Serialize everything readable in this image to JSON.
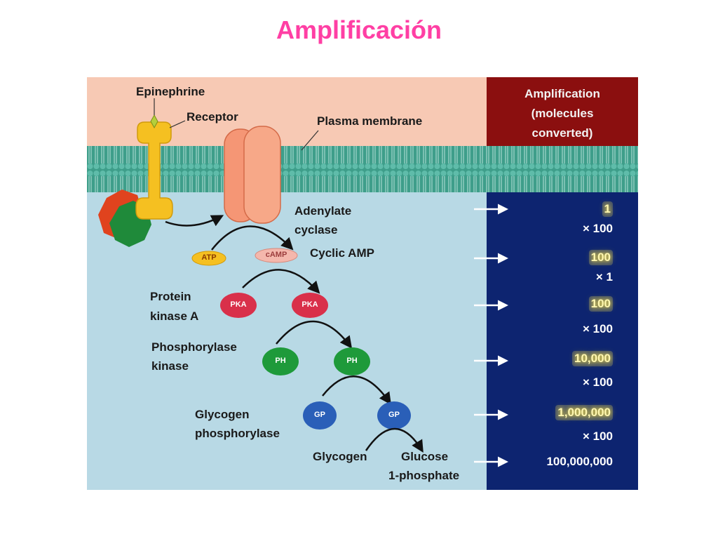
{
  "title": "Amplificación",
  "labels": {
    "epinephrine": "Epinephrine",
    "receptor": "Receptor",
    "plasma_membrane": "Plasma membrane",
    "adenylate_cyclase_1": "Adenylate",
    "adenylate_cyclase_2": "cyclase",
    "cyclic_amp": "Cyclic AMP",
    "pka_1": "Protein",
    "pka_2": "kinase A",
    "phk_1": "Phosphorylase",
    "phk_2": "kinase",
    "gp_1": "Glycogen",
    "gp_2": "phosphorylase",
    "glycogen": "Glycogen",
    "g1p_1": "Glucose",
    "g1p_2": "1-phosphate"
  },
  "molecules": {
    "atp": "ATP",
    "camp": "cAMP",
    "pka": "PKA",
    "ph": "PH",
    "gp": "GP"
  },
  "panel": {
    "title_1": "Amplification",
    "title_2": "(molecules",
    "title_3": "converted)",
    "values": [
      "1",
      "100",
      "100",
      "10,000",
      "1,000,000",
      "100,000,000"
    ],
    "factors": [
      "× 100",
      "× 1",
      "× 100",
      "× 100",
      "× 100"
    ]
  },
  "colors": {
    "title": "#ff3fa4",
    "membrane_top": "#f7c9b4",
    "membrane": "#3e9e8a",
    "cytoplasm": "#b8d9e5",
    "panel_header": "#8b0f0f",
    "panel_body": "#0d2470",
    "receptor": "#f5c021",
    "adenylate_cyclase": "#f59675",
    "g_protein": "#1f8a3a",
    "pka": "#d9304a",
    "ph": "#1e9a3a",
    "gp": "#2a5fb8"
  }
}
